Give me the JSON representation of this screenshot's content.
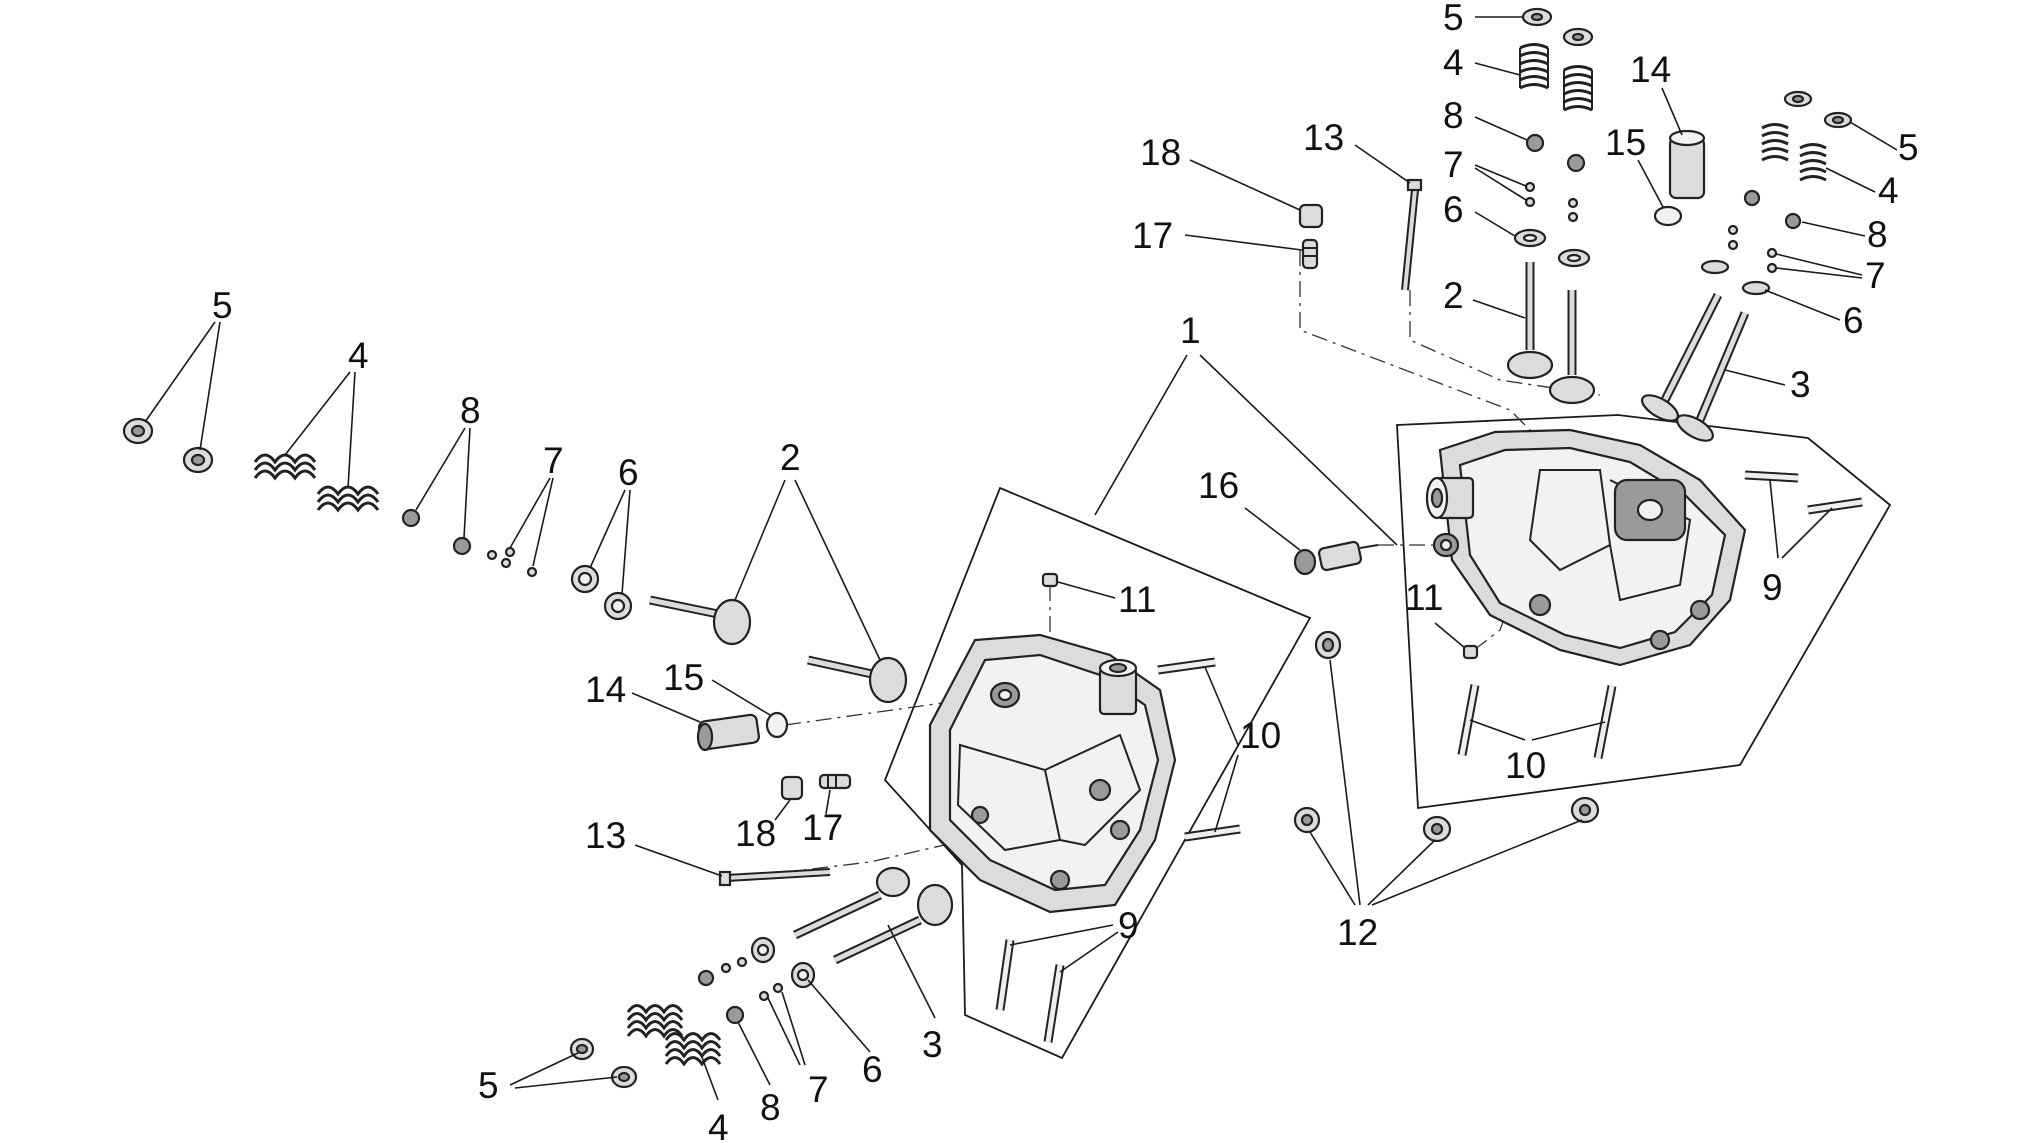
{
  "diagram": {
    "callouts": {
      "n1": "1",
      "n2": "2",
      "n3": "3",
      "n4": "4",
      "n5": "5",
      "n6": "6",
      "n7": "7",
      "n8": "8",
      "n9": "9",
      "n10": "10",
      "n11": "11",
      "n12": "12",
      "n13": "13",
      "n14": "14",
      "n15": "15",
      "n16": "16",
      "n17": "17",
      "n18": "18"
    }
  },
  "colors": {
    "line": "#1a1a1a",
    "part_fill": "#dcdcdc",
    "part_shadow": "#9a9a9a",
    "background": "#ffffff"
  }
}
